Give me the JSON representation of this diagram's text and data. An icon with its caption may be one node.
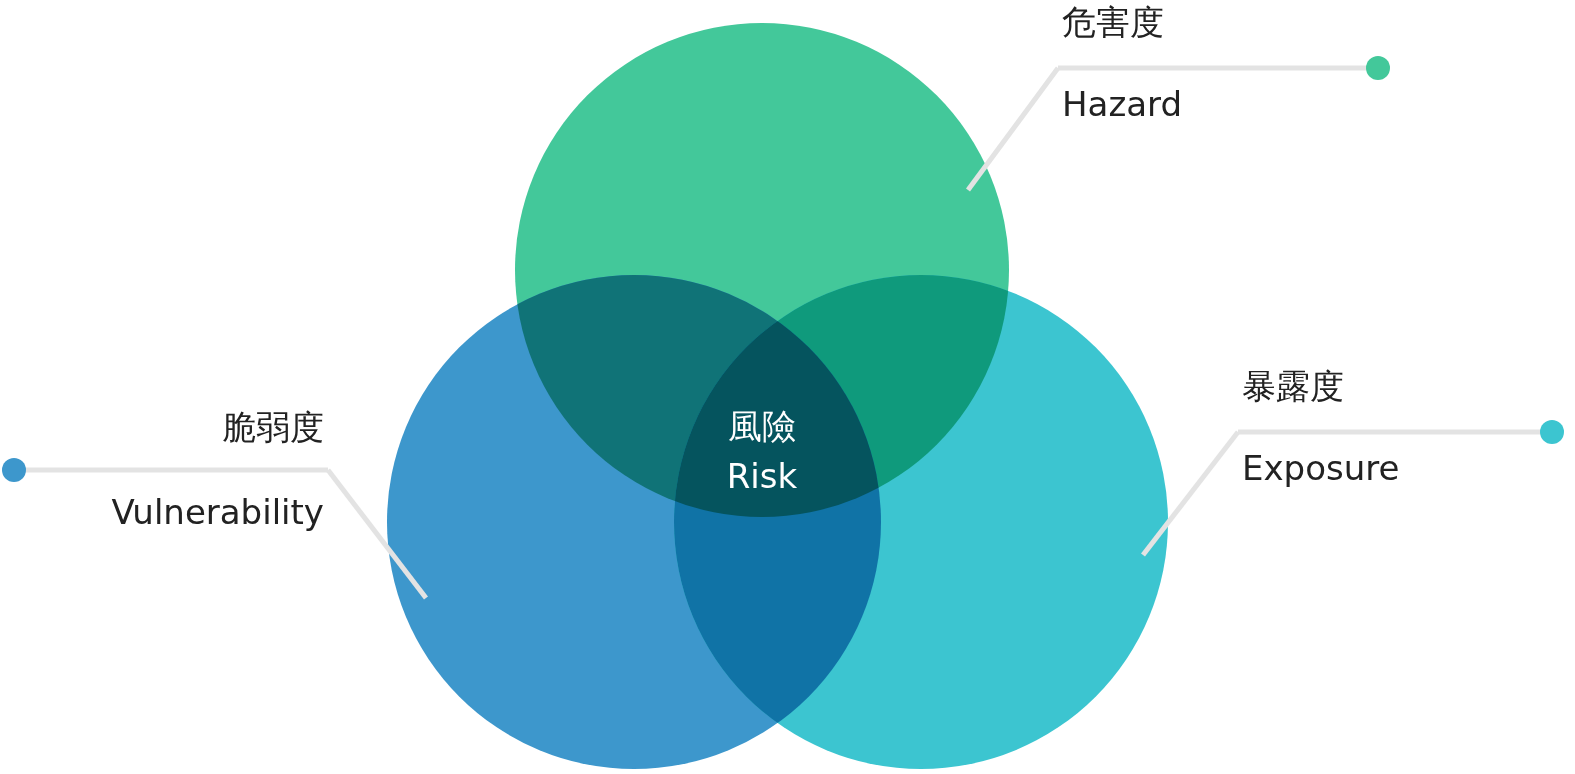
{
  "diagram": {
    "nodes": [
      {
        "text": [],
        "shape": "circle"
      },
      {
        "text": [],
        "shape": "circle"
      },
      {
        "text": [],
        "shape": "circle"
      },
      {
        "text": [
          "危害度",
          "Hazard"
        ]
      },
      {
        "text": [
          "脆弱度",
          "Vulnerability"
        ]
      },
      {
        "text": [
          "暴露度",
          "Exposure"
        ]
      }
    ],
    "edges": [
      {
        "from": 3,
        "to": 0,
        "arrow": "none"
      },
      {
        "from": 4,
        "to": 1,
        "arrow": "none"
      },
      {
        "from": 5,
        "to": 2,
        "arrow": "none"
      }
    ],
    "labels": [
      "風險",
      "Risk"
    ]
  }
}
